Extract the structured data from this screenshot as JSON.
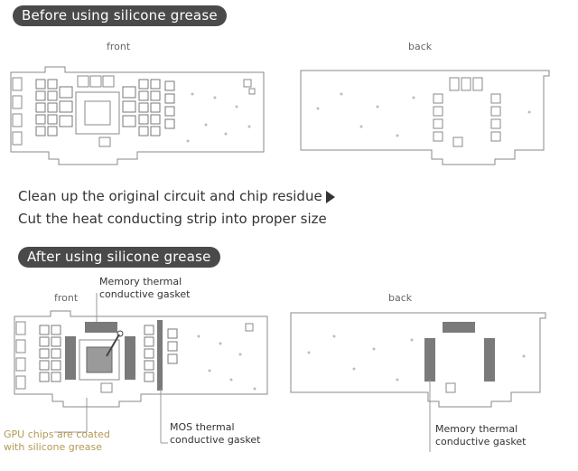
{
  "headers": {
    "before": "Before using silicone grease",
    "after": "After using silicone grease"
  },
  "views": {
    "front": "front",
    "back": "back"
  },
  "steps": {
    "step1": "Clean up the original circuit and chip residue",
    "step2": "Cut the heat conducting strip into proper size"
  },
  "callouts": {
    "memory_front": [
      "Memory thermal",
      "conductive gasket"
    ],
    "mos": [
      "MOS thermal",
      "conductive gasket"
    ],
    "gpu": [
      "GPU chips are coated",
      "with silicone grease"
    ],
    "memory_back": [
      "Memory thermal",
      "conductive gasket"
    ]
  },
  "colors": {
    "pill_bg": "#4a4a4a",
    "pad_gray": "#7a7a7a",
    "gpu_note": "#b39a55",
    "outline": "#888888"
  }
}
